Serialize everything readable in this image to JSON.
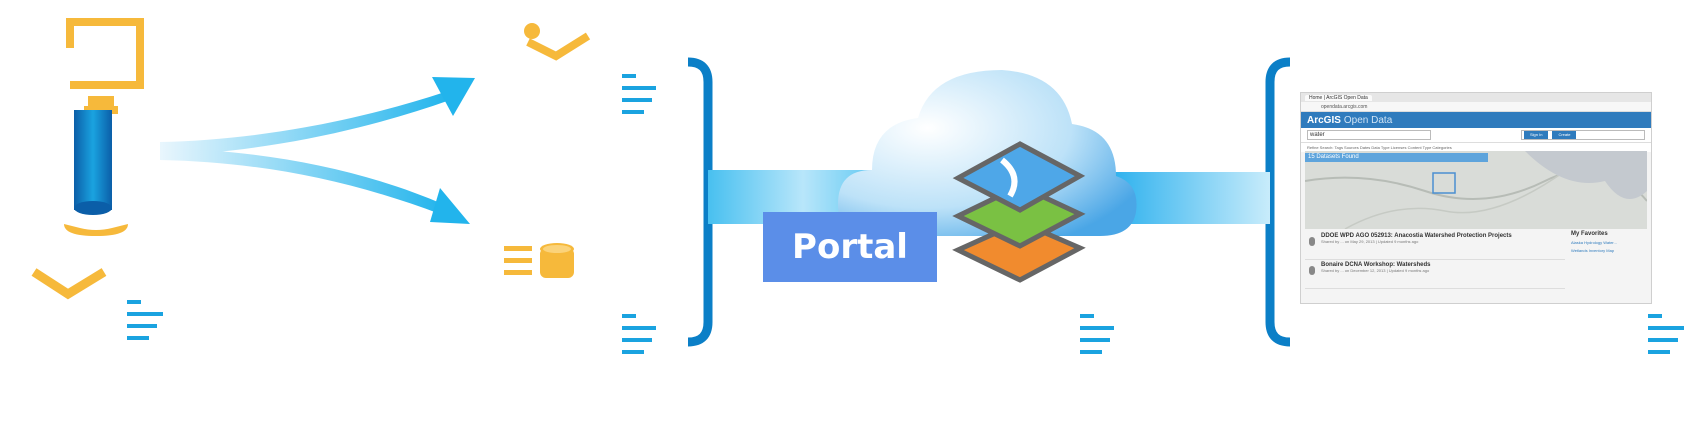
{
  "portal_label": "Portal",
  "screenshot": {
    "tab_title": "Home | ArcGIS Open Data",
    "url_text": "opendata.arcgis.com",
    "brand_main": "ArcGIS",
    "brand_sub": "Open Data",
    "search_value": "water",
    "btn_1": "Sign In",
    "btn_2": "Create",
    "filters_text": "Refine Search:  Tags  Sources  Dates  Data Type  Licenses  Content Type  Categories",
    "found_text": "15 Datasets Found",
    "results": [
      {
        "title": "DDOE WPD AGO 052913: Anacostia Watershed Protection Projects",
        "meta": "Shared by ... on May 29, 2013 | Updated 9 months ago"
      },
      {
        "title": "Bonaire DCNA Workshop: Watersheds",
        "meta": "Shared by ... on December 12, 2013 | Updated 9 months ago"
      }
    ],
    "favorites_title": "My Favorites",
    "favorites": [
      "Alaska Hydrology Water...",
      "Wetlands Inventory Map"
    ]
  },
  "colors": {
    "accent_blue": "#1aa3e0",
    "dark_blue": "#0b7fc7",
    "gold": "#f6b93b",
    "portal_box": "#5b8ee8"
  },
  "icons": [
    "computer-icon",
    "person-check-icon",
    "list-database-icon",
    "cloud-icon",
    "layers-map-icon"
  ]
}
